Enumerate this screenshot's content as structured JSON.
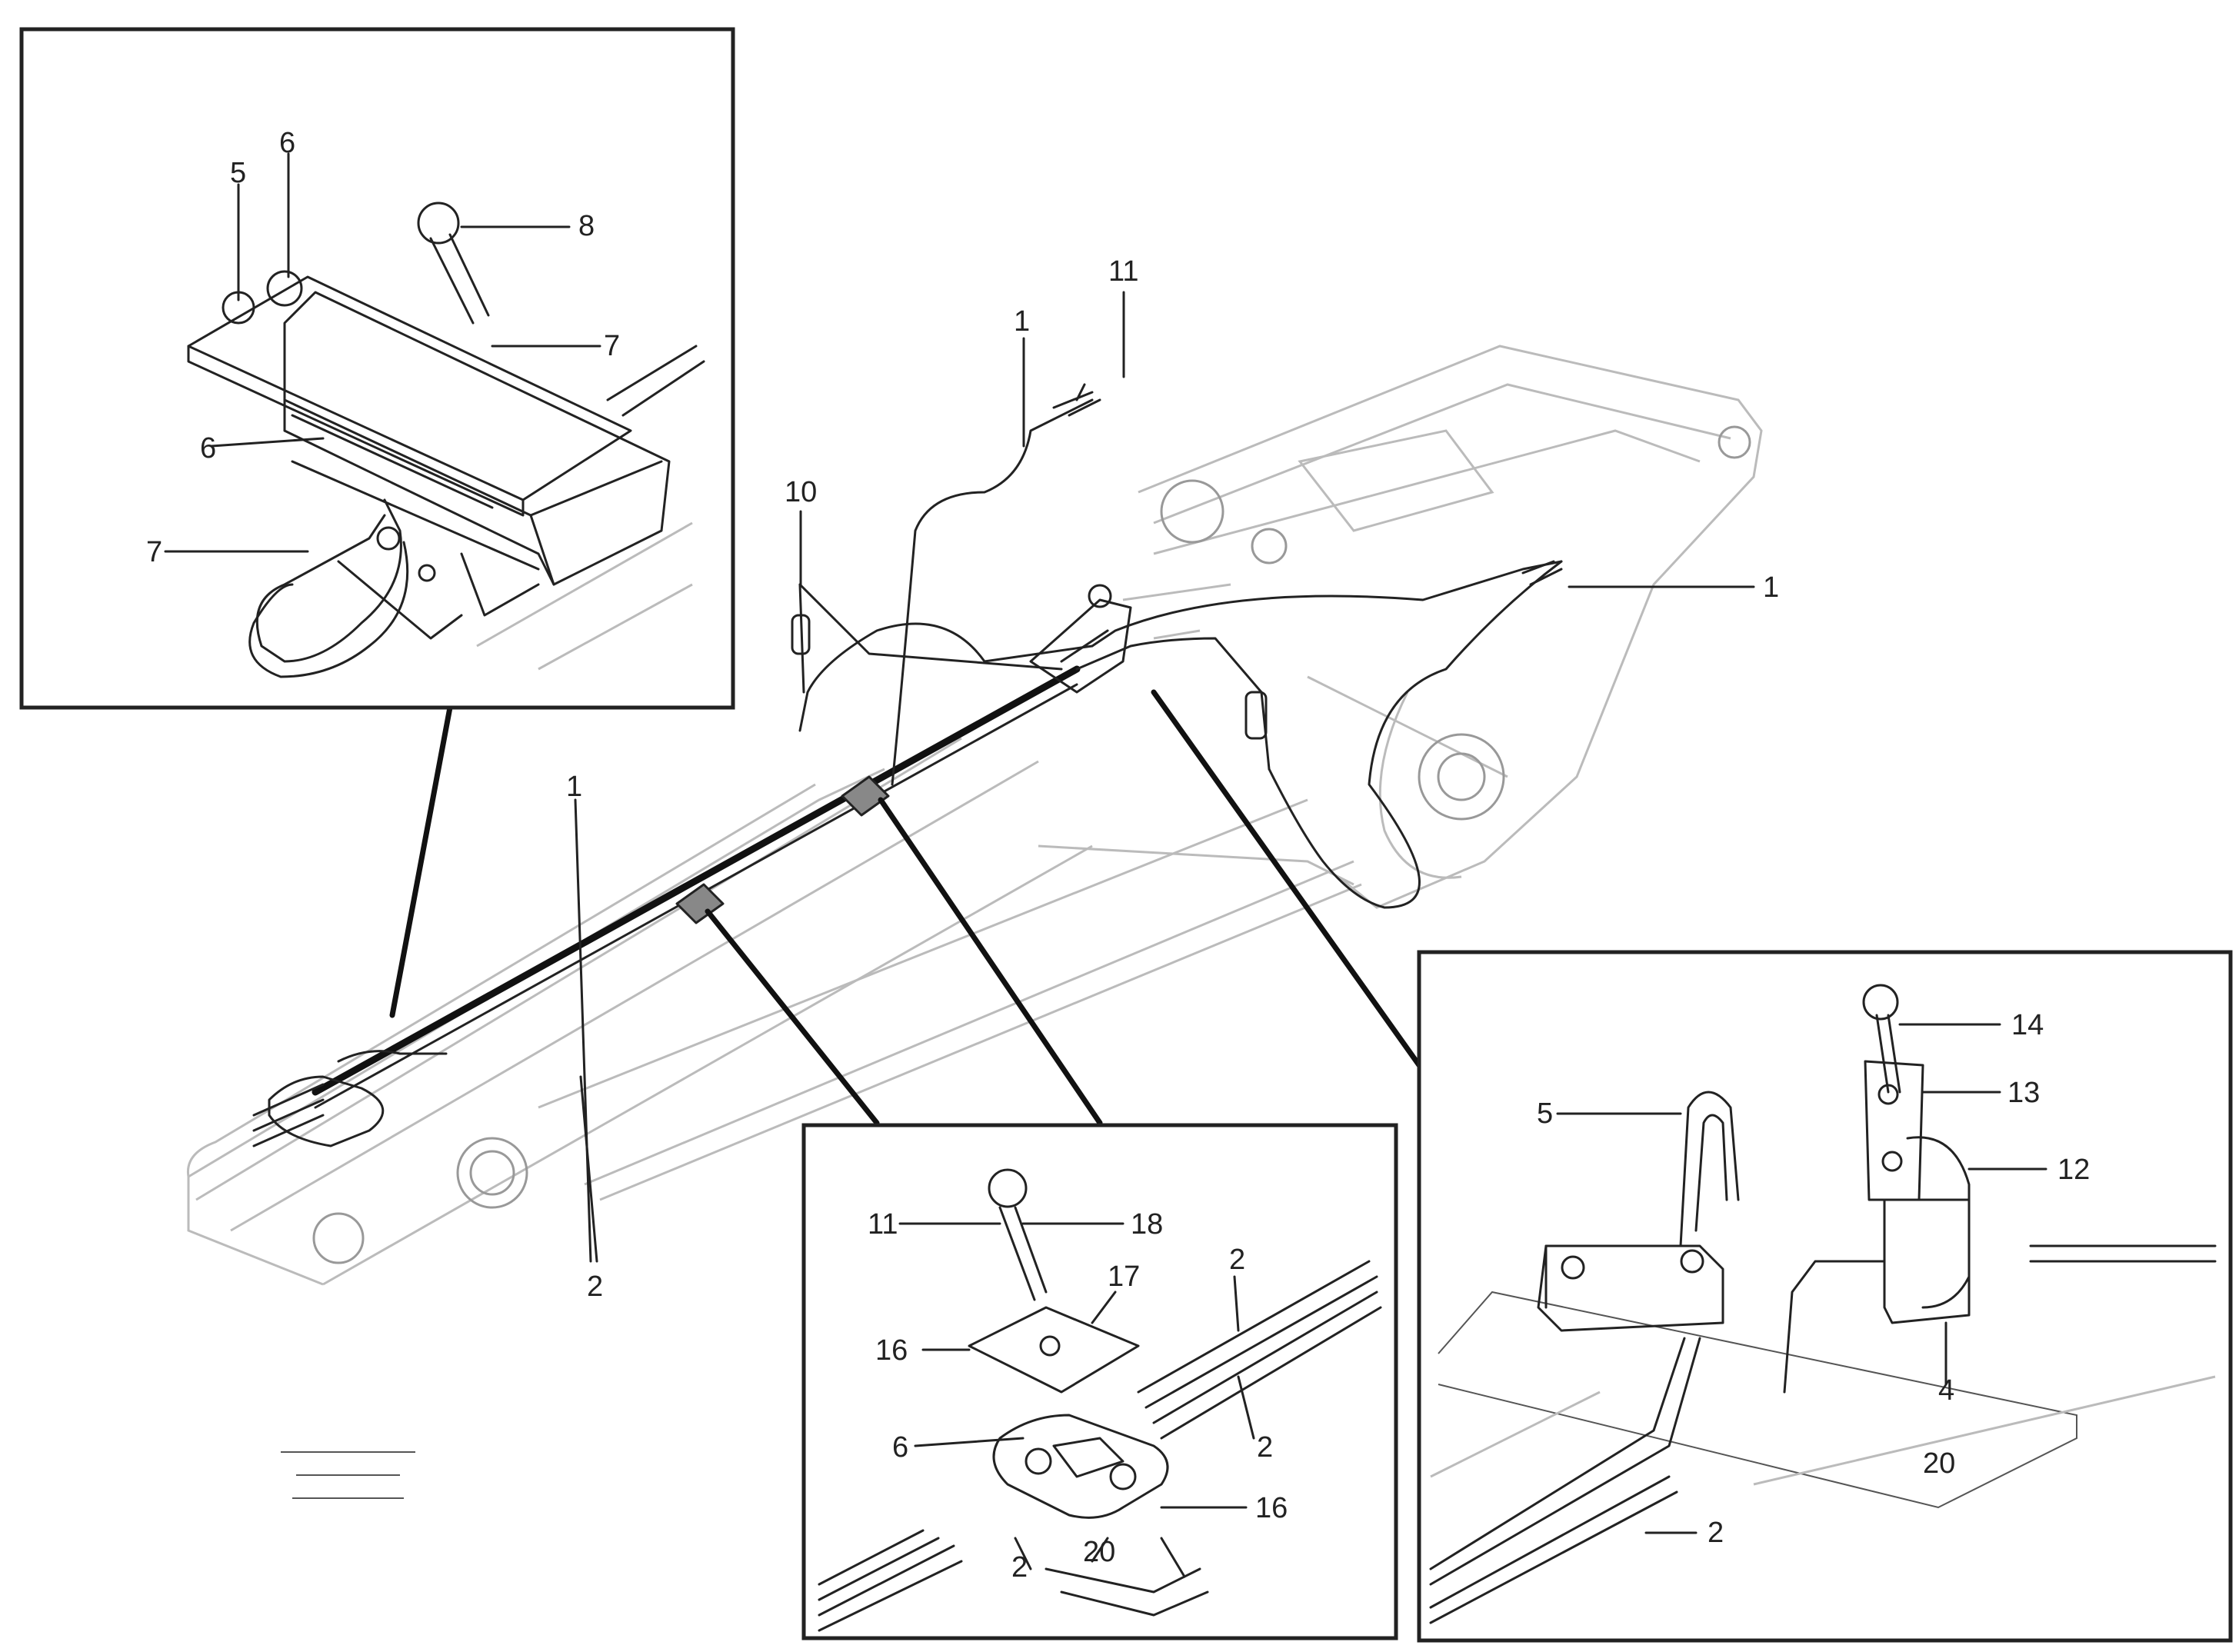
{
  "labels": {
    "tl": [
      "5",
      "6",
      "8",
      "7",
      "6",
      "7"
    ],
    "main": [
      "11",
      "1",
      "10",
      "1",
      "1",
      "2"
    ],
    "bc": [
      "11",
      "18",
      "17",
      "16",
      "6",
      "2",
      "2",
      "16",
      "20",
      "2"
    ],
    "br": [
      "14",
      "5",
      "13",
      "12",
      "4",
      "20",
      "2"
    ]
  },
  "reference_text": [
    "",
    "",
    ""
  ]
}
